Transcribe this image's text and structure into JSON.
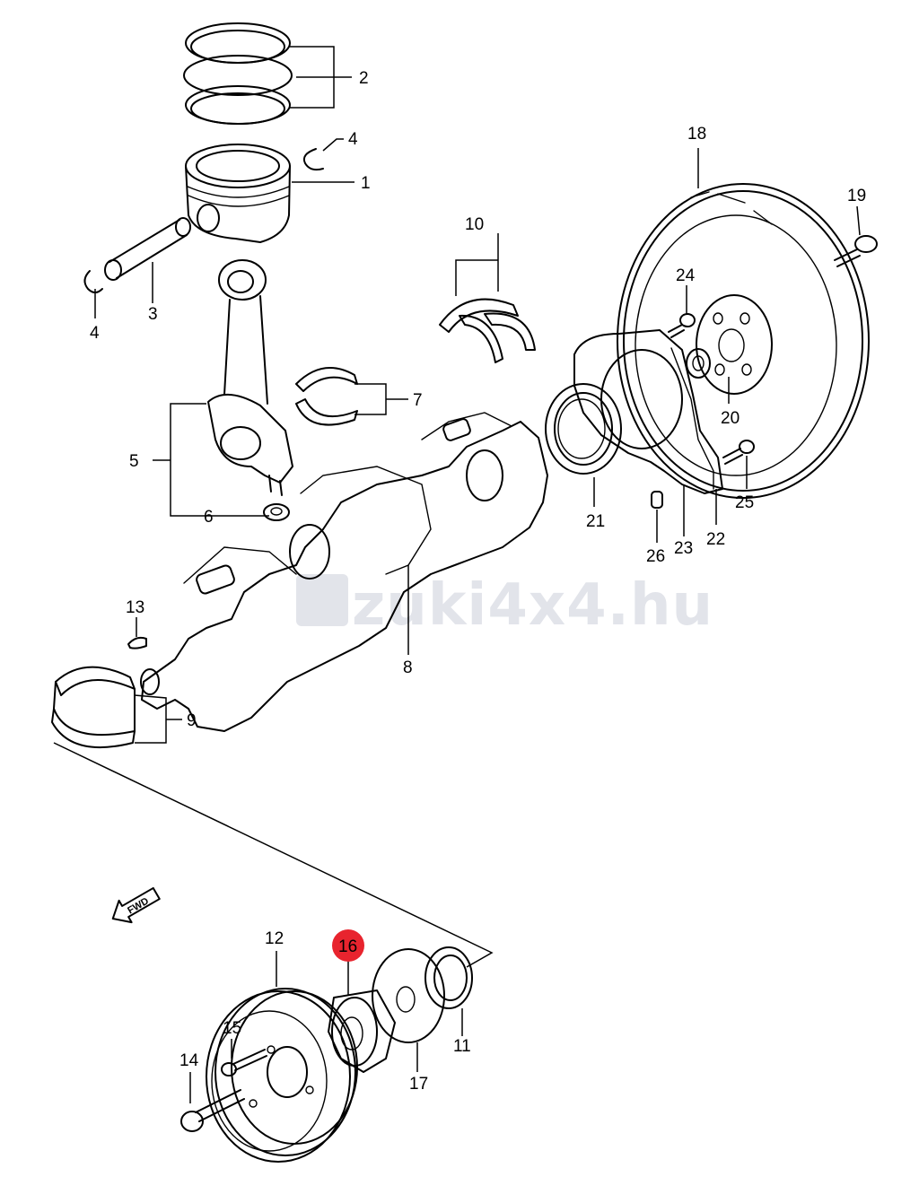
{
  "diagram": {
    "watermark": "zuki4x4.hu",
    "fwd_label": "FWD",
    "highlight_color": "#e8242e",
    "highlighted_part": "16",
    "callouts": [
      {
        "id": "c1",
        "label": "1"
      },
      {
        "id": "c2",
        "label": "2"
      },
      {
        "id": "c3",
        "label": "3"
      },
      {
        "id": "c4a",
        "label": "4"
      },
      {
        "id": "c4b",
        "label": "4"
      },
      {
        "id": "c5",
        "label": "5"
      },
      {
        "id": "c6",
        "label": "6"
      },
      {
        "id": "c7",
        "label": "7"
      },
      {
        "id": "c8",
        "label": "8"
      },
      {
        "id": "c9",
        "label": "9"
      },
      {
        "id": "c10",
        "label": "10"
      },
      {
        "id": "c11",
        "label": "11"
      },
      {
        "id": "c12",
        "label": "12"
      },
      {
        "id": "c13",
        "label": "13"
      },
      {
        "id": "c14",
        "label": "14"
      },
      {
        "id": "c15",
        "label": "15"
      },
      {
        "id": "c16",
        "label": "16"
      },
      {
        "id": "c17",
        "label": "17"
      },
      {
        "id": "c18",
        "label": "18"
      },
      {
        "id": "c19",
        "label": "19"
      },
      {
        "id": "c20",
        "label": "20"
      },
      {
        "id": "c21",
        "label": "21"
      },
      {
        "id": "c22",
        "label": "22"
      },
      {
        "id": "c23",
        "label": "23"
      },
      {
        "id": "c24",
        "label": "24"
      },
      {
        "id": "c25",
        "label": "25"
      },
      {
        "id": "c26",
        "label": "26"
      }
    ]
  }
}
